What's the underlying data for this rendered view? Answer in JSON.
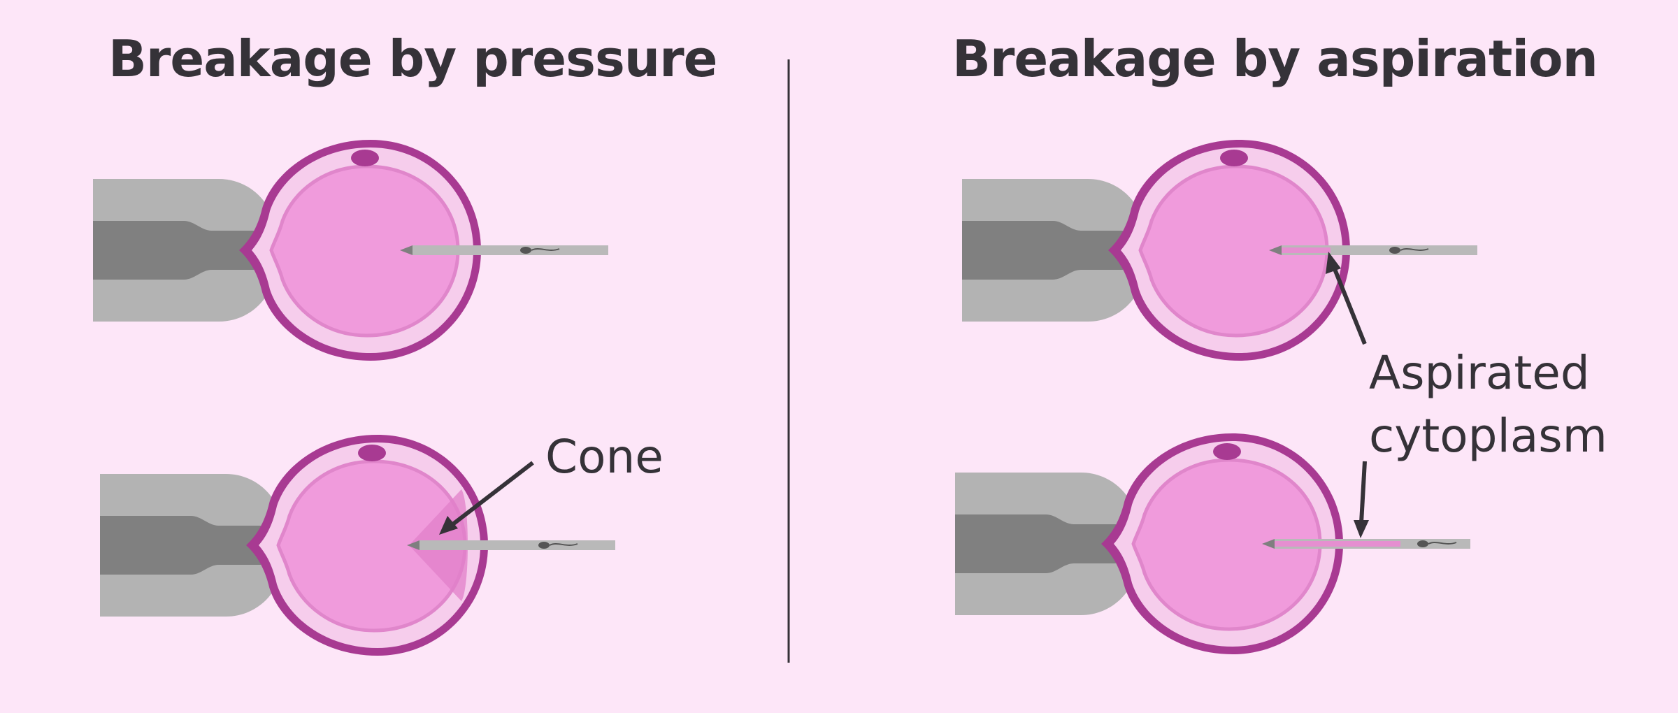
{
  "panels": {
    "left": {
      "title": "Breakage by pressure"
    },
    "right": {
      "title": "Breakage by aspiration"
    }
  },
  "labels": {
    "cone": "Cone",
    "aspirated_line1": "Aspirated",
    "aspirated_line2": "cytoplasm"
  },
  "colors": {
    "background": "#fde6f8",
    "zona": "#a83a92",
    "perivitelline": "#f6cdec",
    "cytoplasm": "#f09bdc",
    "membrane": "#e086cb",
    "pipette_light": "#b3b3b3",
    "pipette_dark": "#808080",
    "needle": "#b9b9b9",
    "text": "#353238",
    "aspirated": "#e58fd0"
  }
}
